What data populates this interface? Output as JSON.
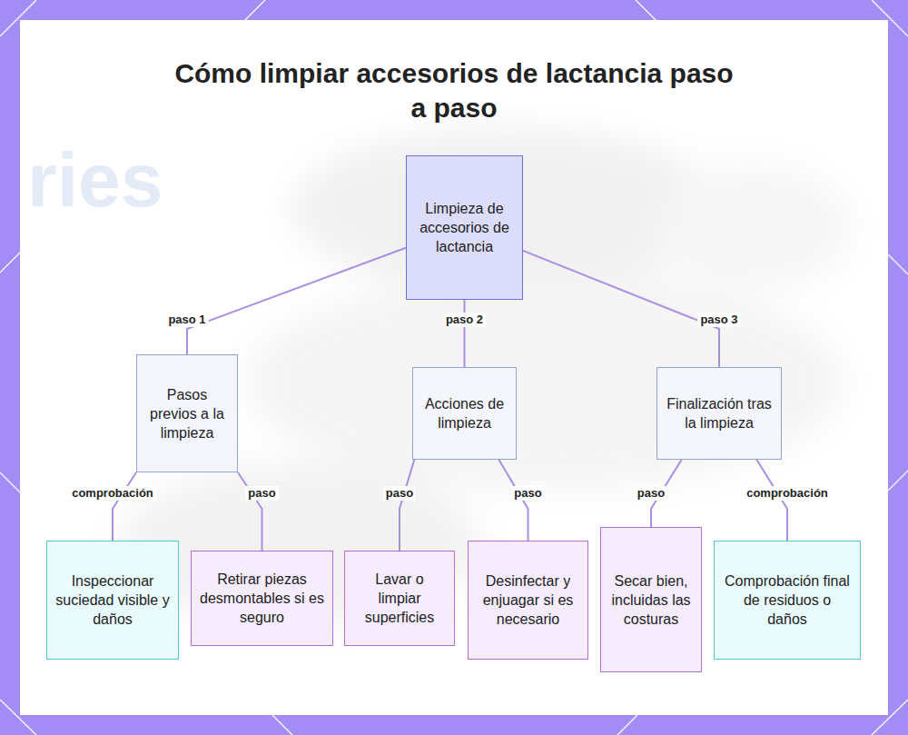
{
  "diagram": {
    "title": "Cómo limpiar accesorios de lactancia paso a paso",
    "nodes": [
      {
        "text": [
          "Limpieza de accesorios de lactancia"
        ]
      },
      {
        "text": [
          "Pasos previos a la limpieza"
        ]
      },
      {
        "text": [
          "Acciones de limpieza"
        ]
      },
      {
        "text": [
          "Finalización tras la limpieza"
        ]
      },
      {
        "text": [
          "Inspeccionar suciedad visible y daños"
        ]
      },
      {
        "text": [
          "Retirar piezas desmontables si es seguro"
        ]
      },
      {
        "text": [
          "Lavar o limpiar superficies"
        ]
      },
      {
        "text": [
          "Desinfectar y enjuagar si es necesario"
        ]
      },
      {
        "text": [
          "Secar bien, incluidas las costuras"
        ]
      },
      {
        "text": [
          "Comprobación final de residuos o daños"
        ]
      }
    ],
    "edges": [
      {
        "from": 0,
        "to": 1,
        "label": "paso 1",
        "arrow": "none"
      },
      {
        "from": 0,
        "to": 2,
        "label": "paso 2",
        "arrow": "none"
      },
      {
        "from": 0,
        "to": 3,
        "label": "paso 3",
        "arrow": "none"
      },
      {
        "from": 1,
        "to": 4,
        "label": "comprobación",
        "arrow": "none"
      },
      {
        "from": 1,
        "to": 5,
        "label": "paso",
        "arrow": "none"
      },
      {
        "from": 2,
        "to": 6,
        "label": "paso",
        "arrow": "none"
      },
      {
        "from": 2,
        "to": 7,
        "label": "paso",
        "arrow": "none"
      },
      {
        "from": 3,
        "to": 8,
        "label": "paso",
        "arrow": "none"
      },
      {
        "from": 3,
        "to": 9,
        "label": "comprobación",
        "arrow": "none"
      }
    ],
    "labels": [
      "ries"
    ]
  }
}
